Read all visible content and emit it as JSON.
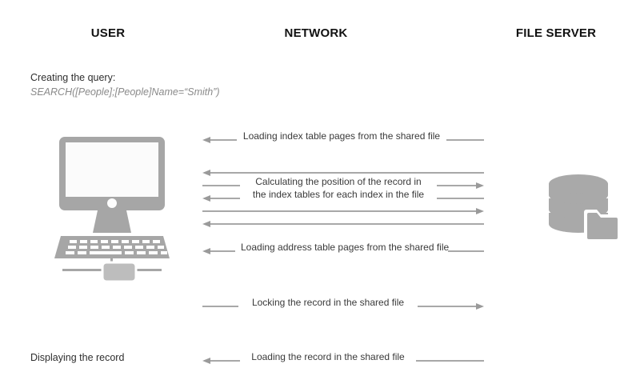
{
  "diagram": {
    "title_columns": [
      {
        "id": "user",
        "label": "USER"
      },
      {
        "id": "network",
        "label": "NETWORK"
      },
      {
        "id": "file-server",
        "label": "FILE SERVER"
      }
    ],
    "notes": {
      "creating_label": "Creating the query:",
      "query_text": "SEARCH([People];[People]Name=“Smith”)",
      "displaying_label": "Displaying the record"
    },
    "icons": {
      "workstation": "desktop-computer-icon",
      "file_server": "database-folder-icon"
    },
    "colors": {
      "icon_gray": "#a6a6a6",
      "line_gray": "#8c8c8c",
      "label_text": "#3a3a3a",
      "header_text": "#111111",
      "query_text": "#8a8a8a",
      "background": "#ffffff"
    },
    "messages": [
      {
        "id": "loading-index-table-pages",
        "label": "Loading index table pages from the shared file",
        "direction": "left",
        "lines": 1
      },
      {
        "id": "calculating-position",
        "label": "Calculating the position of the record in the index tables for each index in the file",
        "label_line_1": "Calculating the position of the record in",
        "label_line_2": "the index tables for each index in the file",
        "direction": "alternating",
        "lines": 5,
        "line_directions": [
          "left",
          "right",
          "left",
          "right",
          "left"
        ]
      },
      {
        "id": "loading-address-table-pages",
        "label": "Loading address table pages from the shared file",
        "direction": "left",
        "lines": 1
      },
      {
        "id": "locking-the-record",
        "label": "Locking the record in the shared file",
        "direction": "right",
        "lines": 1
      },
      {
        "id": "loading-the-record",
        "label": "Loading the record in the shared file",
        "direction": "left",
        "lines": 1
      }
    ]
  }
}
